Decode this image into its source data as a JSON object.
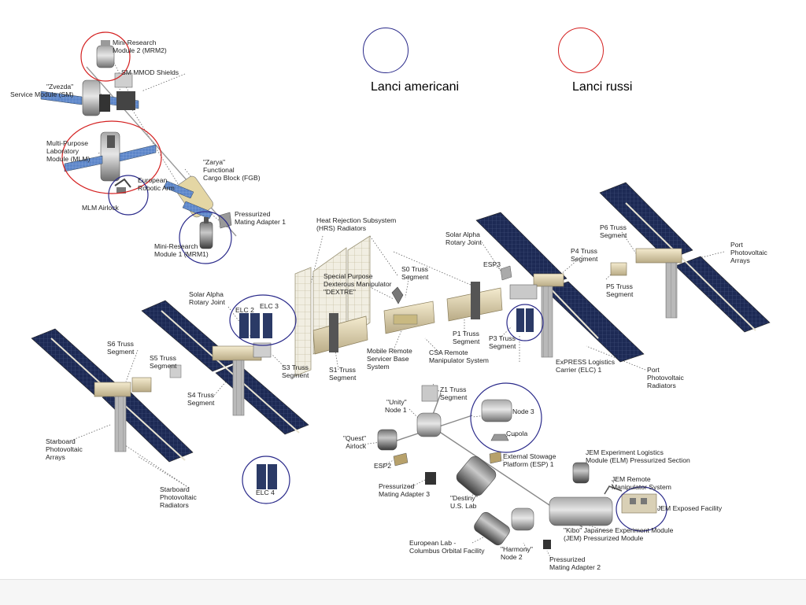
{
  "legend": {
    "american": {
      "label": "Lanci americani",
      "color": "#2a2a8a"
    },
    "russian": {
      "label": "Lanci russi",
      "color": "#d42020"
    }
  },
  "labels": {
    "mrm2": "Mini-Research\nModule 2 (MRM2)",
    "sm_mmod": "SM MMOD Shields",
    "zvezda": "\"Zvezda\"\nService Module (SM)",
    "mlm": "Multi-Purpose\nLaboratory\nModule (MLM)",
    "era": "European\nRobotic Arm",
    "mlm_airlock": "MLM Airlock",
    "zarya": "\"Zarya\"\nFunctional\nCargo Block (FGB)",
    "pma1": "Pressurized\nMating Adapter 1",
    "mrm1": "Mini-Research\nModule 1 (MRM1)",
    "hrs": "Heat Rejection Subsystem\n(HRS) Radiators",
    "sarj_port": "Solar Alpha\nRotary Joint",
    "esp3": "ESP3",
    "p6": "P6 Truss\nSegment",
    "port_pv_arrays": "Port\nPhotovoltaic\nArrays",
    "dextre": "Special Purpose\nDexterous Manipulator\n\"DEXTRE\"",
    "s0": "S0 Truss\nSegment",
    "p4": "P4 Truss\nSegment",
    "p5": "P5 Truss\nSegment",
    "sarj_stbd": "Solar Alpha\nRotary Joint",
    "elc2": "ELC 2",
    "elc3": "ELC 3",
    "s6": "S6 Truss\nSegment",
    "s5": "S5 Truss\nSegment",
    "s4": "S4 Truss\nSegment",
    "s3": "S3 Truss\nSegment",
    "s1": "S1 Truss\nSegment",
    "mbs": "Mobile Remote\nServicer Base\nSystem",
    "csa": "CSA Remote\nManipulator System",
    "p1": "P1 Truss\nSegment",
    "p3": "P3 Truss\nSegment",
    "elc1": "ExPRESS Logistics\nCarrier (ELC) 1",
    "port_pv_rad": "Port\nPhotovoltaic\nRadiators",
    "z1": "Z1 Truss\nSegment",
    "unity": "\"Unity\"\nNode 1",
    "node3": "Node 3",
    "cupola": "Cupola",
    "quest": "\"Quest\"\nAirlock",
    "esp2": "ESP2",
    "esp1": "External Stowage\nPlatform (ESP) 1",
    "pma3": "Pressurized\nMating Adapter 3",
    "destiny": "\"Destiny\"\nU.S. Lab",
    "jem_elm": "JEM Experiment Logistics\nModule (ELM) Pressurized Section",
    "jem_rms": "JEM Remote\nManipulator System",
    "jem_ef": "JEM Exposed Facility",
    "kibo": "\"Kibo\" Japanese Experiment Module\n(JEM) Pressurized Module",
    "columbus": "European Lab -\nColumbus Orbital Facility",
    "harmony": "\"Harmony\"\nNode 2",
    "pma2": "Pressurized\nMating Adapter 2",
    "stbd_pv_arrays": "Starboard\nPhotovoltaic\nArrays",
    "stbd_pv_rad": "Starboard\nPhotovoltaic\nRadiators",
    "elc4": "ELC 4"
  }
}
